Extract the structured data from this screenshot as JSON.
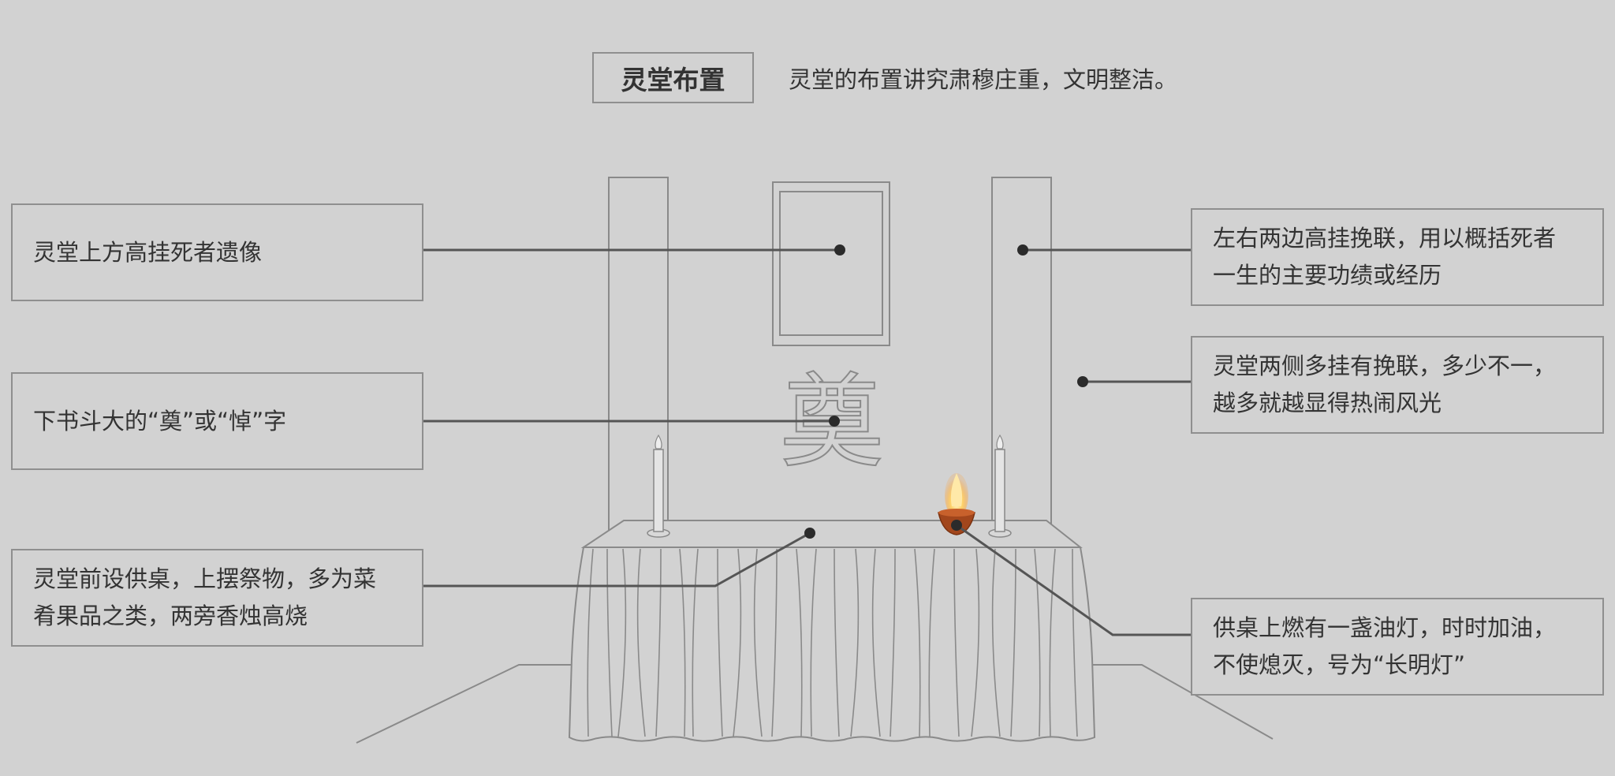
{
  "header": {
    "title": "灵堂布置",
    "subtitle": "灵堂的布置讲究肃穆庄重，文明整洁。"
  },
  "center_character": "奠",
  "notes": {
    "portrait": "灵堂上方高挂死者遗像",
    "character": "下书斗大的“奠”或“悼”字",
    "altar": [
      "灵堂前设供桌，上摆祭物，多为菜",
      "肴果品之类，两旁香烛高烧"
    ],
    "couplets": [
      "左右两边高挂挽联，用以概括死者",
      "一生的主要功绩或经历"
    ],
    "elegiac_scrolls": [
      "灵堂两侧多挂有挽联，多少不一，",
      "越多就越显得热闹风光"
    ],
    "oil_lamp": [
      "供桌上燃有一盏油灯，时时加油，",
      "不使熄灭，号为“长明灯”"
    ]
  }
}
